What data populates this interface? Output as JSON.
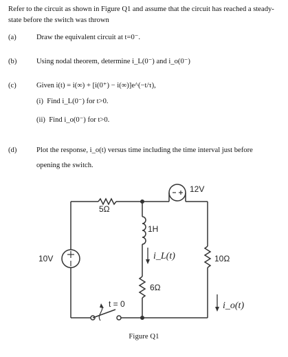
{
  "intro": "Refer to the circuit as shown in Figure Q1 and assume that the circuit has reached a steady-state before the switch was thrown",
  "questions": [
    {
      "label": "(a)",
      "text": "Draw the equivalent circuit at t=0⁻."
    },
    {
      "label": "(b)",
      "text": "Using nodal theorem, determine i_L(0⁻) and i_o(0⁻)"
    },
    {
      "label": "(c)",
      "text": "Given i(t) = i(∞) + [i(0⁺) − i(∞)]e^(−t/τ),"
    },
    {
      "label": "(d)",
      "text": "Plot the response, i_o(t) versus time including the time interval just before opening the switch."
    }
  ],
  "sub_questions": [
    {
      "label": "(i)",
      "text": "Find i_L(0⁻) for t>0."
    },
    {
      "label": "(ii)",
      "text": "Find i_o(0⁻) for t>0."
    }
  ],
  "circuit": {
    "source_left": "10V",
    "source_top": "12V",
    "r1": "5Ω",
    "inductor": "1H",
    "inductor_current": "i_L(t)",
    "r2": "6Ω",
    "r3": "10Ω",
    "output_current": "i_o(t)",
    "switch_label": "t = 0"
  },
  "caption": "Figure Q1"
}
